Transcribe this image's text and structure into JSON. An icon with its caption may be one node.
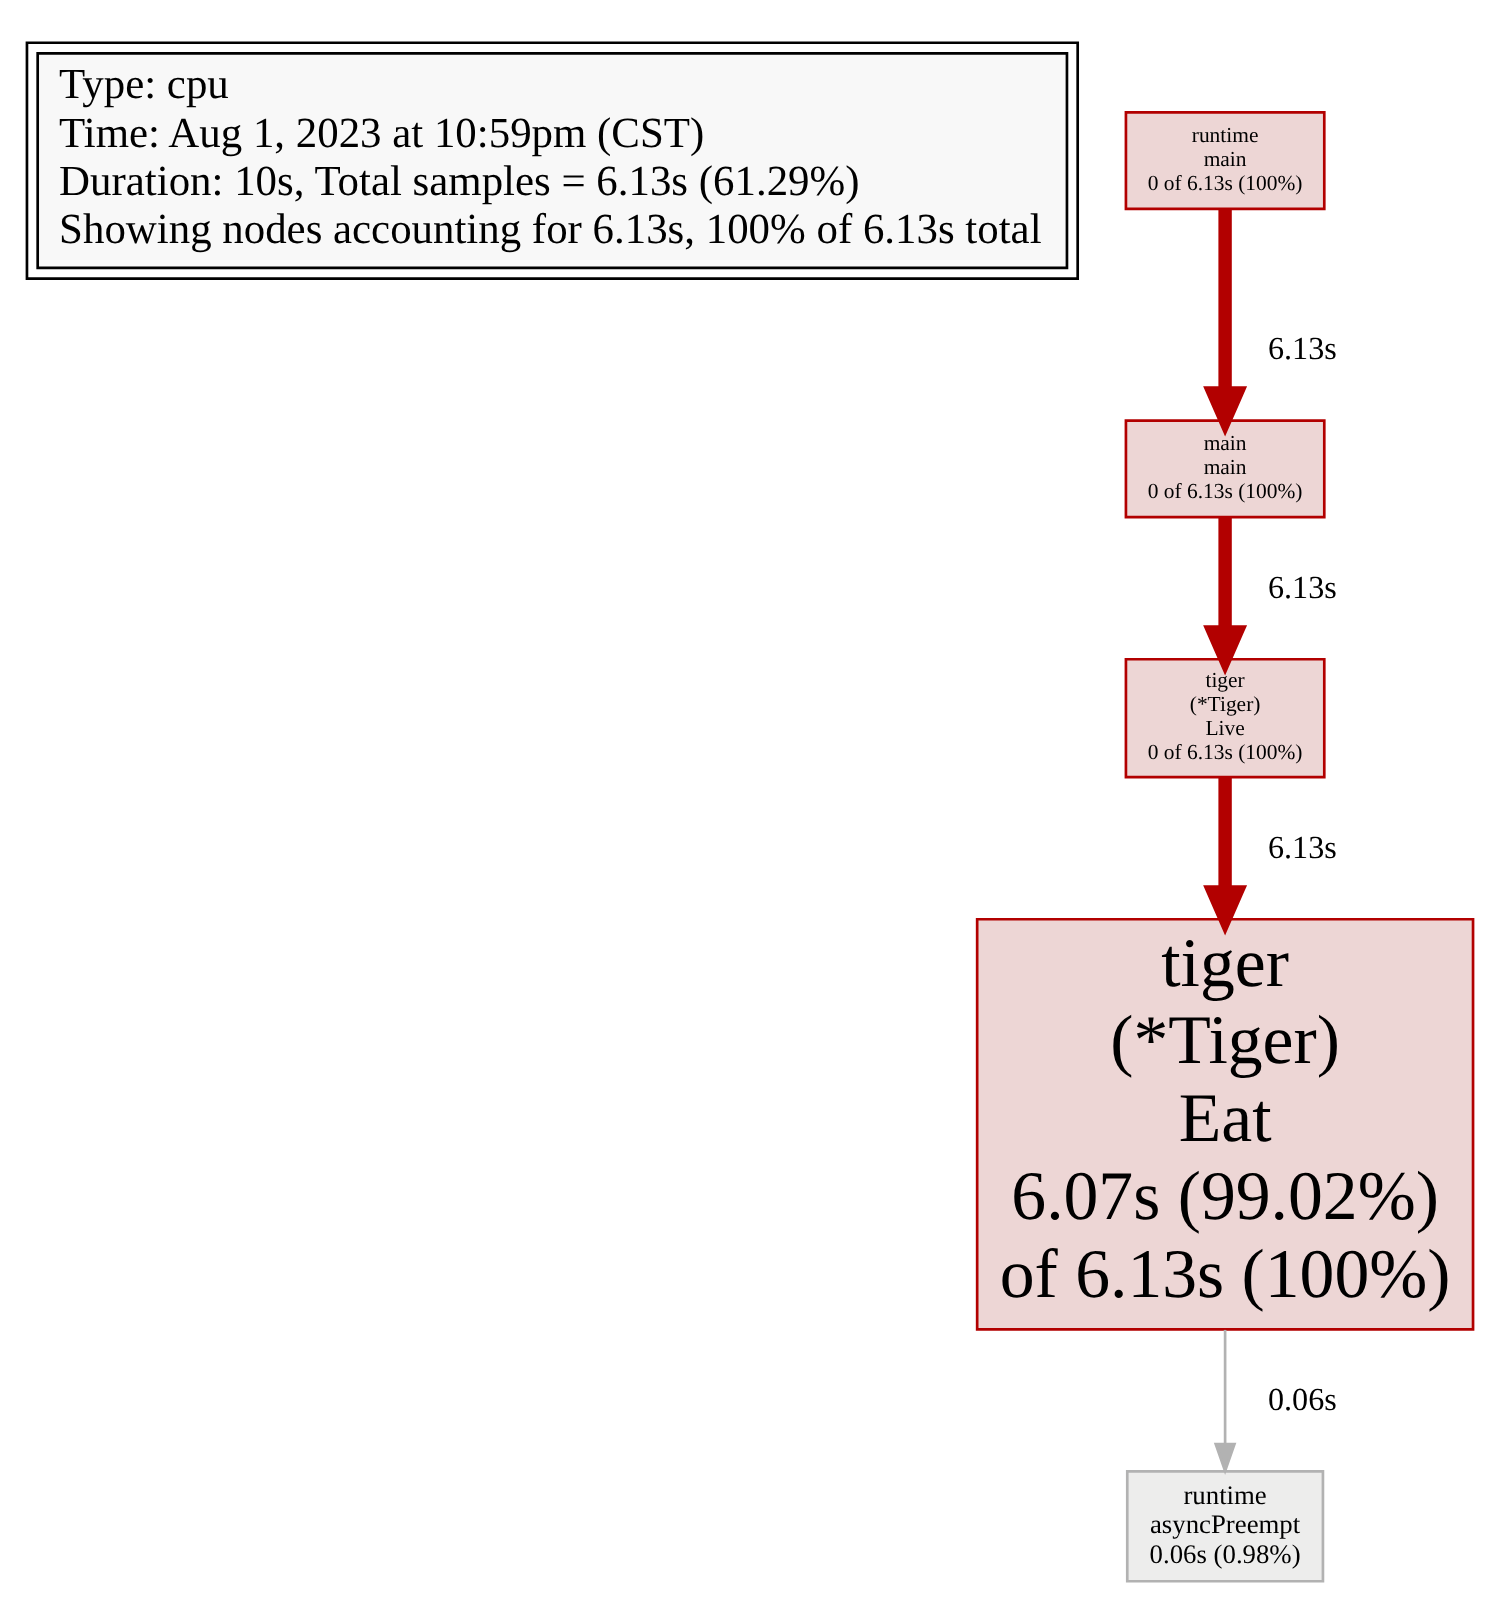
{
  "diagram": {
    "nodes": [
      {
        "text": [
          "Type: cpu",
          "Time: Aug 1, 2023 at 10:59pm (CST)",
          "Duration: 10s, Total samples = 6.13s (61.29%)",
          "Showing nodes accounting for 6.13s, 100% of 6.13s total"
        ]
      },
      {
        "text": [
          "runtime",
          "main",
          "0 of 6.13s (100%)"
        ]
      },
      {
        "text": [
          "main",
          "main",
          "0 of 6.13s (100%)"
        ]
      },
      {
        "text": [
          "tiger",
          "(*Tiger)",
          "Live",
          "0 of 6.13s (100%)"
        ]
      },
      {
        "text": [
          "tiger",
          "(*Tiger)",
          "Eat",
          "6.07s (99.02%)",
          "of 6.13s (100%)"
        ]
      },
      {
        "text": [
          "runtime",
          "asyncPreempt",
          "0.06s (0.98%)"
        ]
      }
    ],
    "edges": [
      {
        "from": 1,
        "to": 2,
        "arrow": "to",
        "label": "6.13s"
      },
      {
        "from": 2,
        "to": 3,
        "arrow": "to",
        "label": "6.13s"
      },
      {
        "from": 3,
        "to": 4,
        "arrow": "to",
        "label": "6.13s"
      },
      {
        "from": 4,
        "to": 5,
        "arrow": "to",
        "label": "0.06s",
        "color": "#b2b2b2"
      }
    ]
  }
}
